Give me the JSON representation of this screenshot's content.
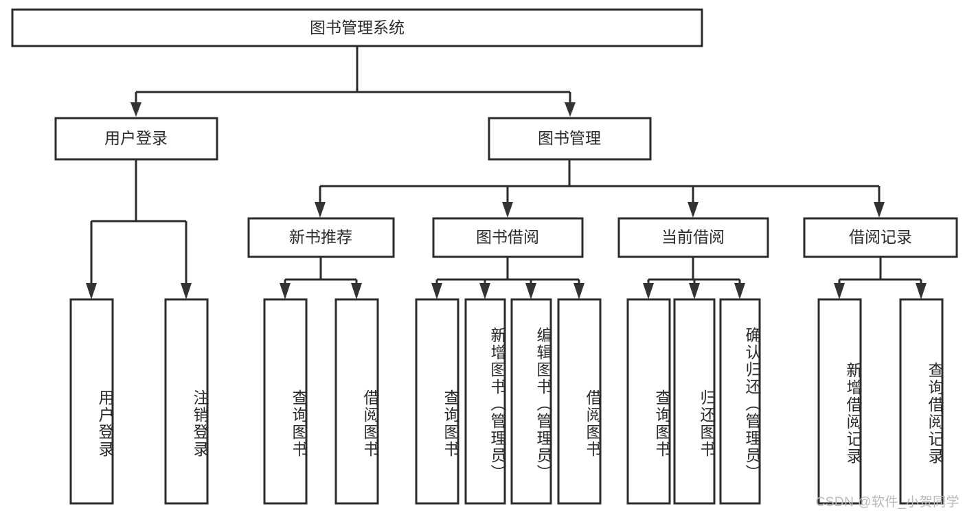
{
  "diagram": {
    "title": "图书管理系统",
    "type": "tree-hierarchy-chart",
    "root": {
      "label": "图书管理系统"
    },
    "level2": [
      {
        "label": "用户登录"
      },
      {
        "label": "图书管理"
      }
    ],
    "level3": [
      {
        "label": "新书推荐"
      },
      {
        "label": "图书借阅"
      },
      {
        "label": "当前借阅"
      },
      {
        "label": "借阅记录"
      }
    ],
    "leaves": {
      "user_login": [
        {
          "label": "用户登录"
        },
        {
          "label": "注销登录"
        }
      ],
      "new_book_recommend": [
        {
          "label": "查询图书"
        },
        {
          "label": "借阅图书"
        }
      ],
      "book_borrow": [
        {
          "label": "查询图书"
        },
        {
          "label": "新增图书（管理员）"
        },
        {
          "label": "编辑图书（管理员）"
        },
        {
          "label": "借阅图书"
        }
      ],
      "current_borrow": [
        {
          "label": "查询图书"
        },
        {
          "label": "归还图书"
        },
        {
          "label": "确认归还（管理员）"
        }
      ],
      "borrow_records": [
        {
          "label": "新增借阅记录"
        },
        {
          "label": "查询借阅记录"
        }
      ]
    }
  },
  "watermark": {
    "text": "CSDN @软件_小贺同学"
  },
  "colors": {
    "stroke": "#2b2b2b",
    "fill": "#ffffff",
    "text": "#2a2a2a",
    "watermark": "#b9b9b9"
  }
}
